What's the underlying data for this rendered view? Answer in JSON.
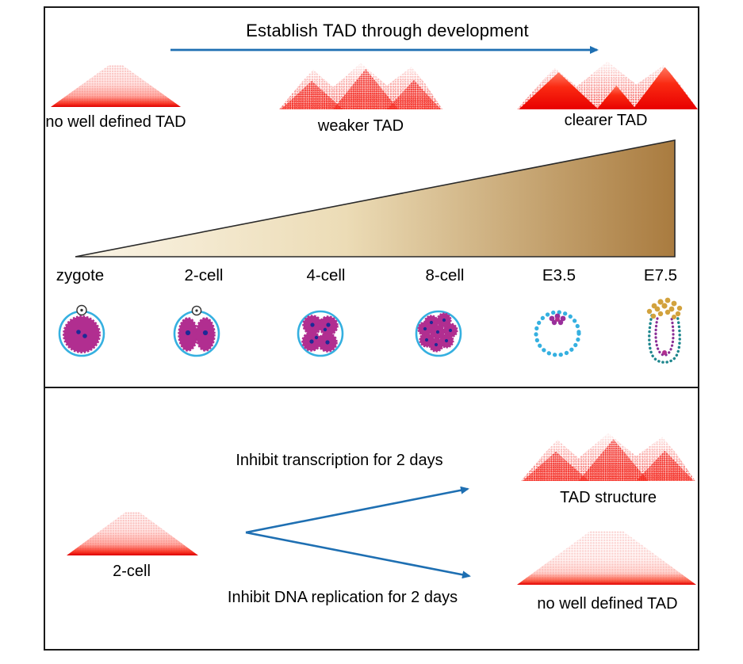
{
  "top_panel": {
    "title": "Establish TAD through development",
    "arrow_icon": "rightward-development-arrow",
    "heatmaps": [
      {
        "label": "no well defined TAD",
        "style": "faint-gradient"
      },
      {
        "label": "weaker TAD",
        "style": "speckled-sub-tads"
      },
      {
        "label": "clearer TAD",
        "style": "solid-sub-tads"
      }
    ],
    "stages": [
      {
        "label": "zygote",
        "icon": "zygote-embryo-icon"
      },
      {
        "label": "2-cell",
        "icon": "two-cell-embryo-icon"
      },
      {
        "label": "4-cell",
        "icon": "four-cell-embryo-icon"
      },
      {
        "label": "8-cell",
        "icon": "eight-cell-embryo-icon"
      },
      {
        "label": "E3.5",
        "icon": "blastocyst-embryo-icon"
      },
      {
        "label": "E7.5",
        "icon": "egg-cylinder-embryo-icon"
      }
    ]
  },
  "bottom_panel": {
    "source": {
      "label": "2-cell",
      "style": "faint-gradient"
    },
    "branches": [
      {
        "label": "Inhibit transcription for 2 days",
        "result": "TAD structure",
        "result_style": "speckled-sub-tads"
      },
      {
        "label": "Inhibit DNA replication for 2 days",
        "result": "no well defined TAD",
        "result_style": "faint-gradient"
      }
    ]
  },
  "colors": {
    "arrow_blue": "#1e6fb2",
    "heatmap_red": "#ee0000",
    "heatmap_pink": "#ff9a8e",
    "wedge_light": "#faf4e6",
    "wedge_dark": "#a97b3f",
    "panel_border": "#1a1a1a",
    "embryo_magenta": "#b12e90",
    "embryo_cyan": "#35b0e0",
    "nucleus_navy": "#1d2a96",
    "icm_purple": "#992f9b",
    "e75_yellow": "#d2a23d",
    "e75_teal": "#1d868d",
    "e75_purple": "#8a2f96",
    "text": "#000000"
  }
}
